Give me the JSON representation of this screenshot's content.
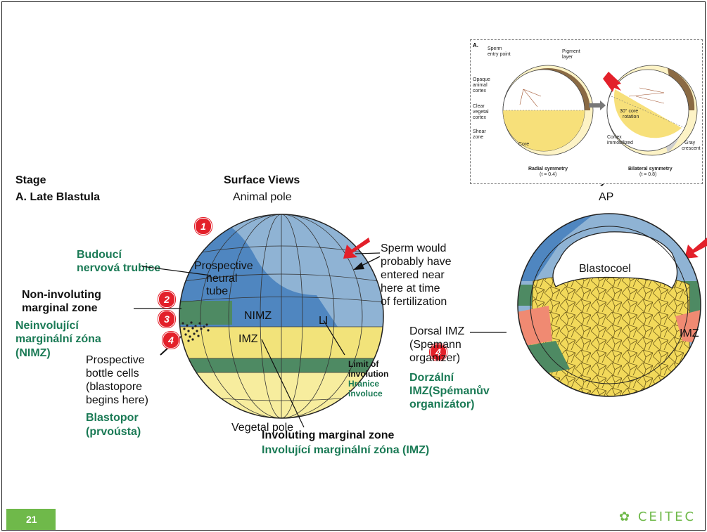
{
  "stage": {
    "header": "Stage",
    "name": "A. Late Blastula"
  },
  "surface": {
    "header": "Surface Views",
    "animal_pole": "Animal pole",
    "vegetal_pole": "Vegetal pole"
  },
  "cutaway": {
    "header": "Cutaway Views",
    "ap": "AP",
    "blastocoel": "Blastocoel",
    "imz": "IMZ"
  },
  "labels": {
    "budouci_1": "Budoucí",
    "budouci_2": "nervová trubice",
    "prospective_1": "Prospective",
    "prospective_2": "neural",
    "prospective_3": "tube",
    "nimz_en_1": "Non-involuting",
    "nimz_en_2": "marginal zone",
    "nimz_cz_1": "Neinvolující",
    "nimz_cz_2": "marginální zóna",
    "nimz_cz_3": "(NIMZ)",
    "nimz": "NIMZ",
    "imz": "IMZ",
    "li": "LI",
    "bottle_1": "Prospective",
    "bottle_2": "bottle cells",
    "bottle_3": "(blastopore",
    "bottle_4": "begins here)",
    "blastopor_1": "Blastopor",
    "blastopor_2": "(prvoústa)",
    "sperm_1": "Sperm would",
    "sperm_2": "probably have",
    "sperm_3": "entered near",
    "sperm_4": "here at time",
    "sperm_5": "of fertilization",
    "limit_1": "Limit of",
    "limit_2": "involution",
    "hranice_1": "Hranice",
    "hranice_2": "involuce",
    "imz_en": "Involuting marginal zone",
    "imz_cz": "Involující marginální zóna (IMZ)",
    "dorsal_1": "Dorsal IMZ",
    "dorsal_2": "(Spemann",
    "dorsal_3": "organizer)",
    "dorzalni_1": "Dorzální",
    "dorzalni_2": "IMZ(Spémanův",
    "dorzalni_3": "organizátor)"
  },
  "badges": [
    "1",
    "2",
    "3",
    "4",
    "4"
  ],
  "inset": {
    "tag": "A.",
    "sperm_entry_1": "Sperm",
    "sperm_entry_2": "entry point",
    "pigment_1": "Pigment",
    "pigment_2": "layer",
    "opaque_1": "Opaque",
    "opaque_2": "animal",
    "opaque_3": "cortex",
    "clear_1": "Clear",
    "clear_2": "vegetal",
    "clear_3": "cortex",
    "shear_1": "Shear",
    "shear_2": "zone",
    "core": "Core",
    "rot_1": "30° core",
    "rot_2": "rotation",
    "cortex_imm_1": "Cortex",
    "cortex_imm_2": "immobilized",
    "gray_1": "Gray",
    "gray_2": "crescent",
    "radial": "Radial symmetry",
    "radial_t": "(t = 0.4)",
    "bilateral": "Bilateral symmetry",
    "bilateral_t": "(t = 0.8)"
  },
  "footer": {
    "page": "21",
    "logo": "CEITEC"
  },
  "colors": {
    "animal_blue": "#8fb3d4",
    "neural_blue": "#4f86c0",
    "imz_yellow": "#f2e37a",
    "vegetal_yellow": "#f7ed9e",
    "marginal_green": "#4e8a63",
    "arrow_red": "#e3202a",
    "label_green": "#1a7a55",
    "organizer_salmon": "#f08a72"
  }
}
